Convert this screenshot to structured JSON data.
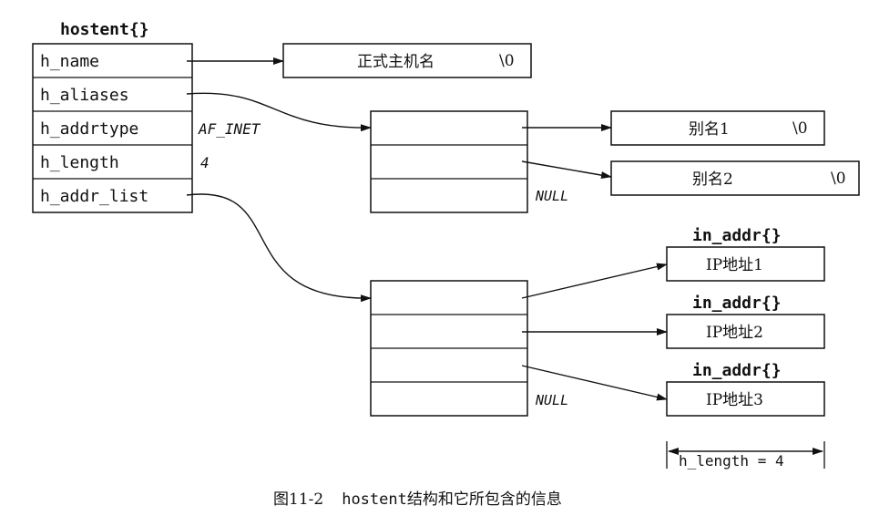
{
  "hostent": {
    "title": "hostent{}",
    "fields": [
      "h_name",
      "h_aliases",
      "h_addrtype",
      "h_length",
      "h_addr_list"
    ],
    "addrtype_value": "AF_INET",
    "length_value": "4"
  },
  "official_name": {
    "text": "正式主机名",
    "terminator": "\\0"
  },
  "aliases": [
    {
      "text": "别名1",
      "terminator": "\\0"
    },
    {
      "text": "别名2",
      "terminator": "\\0"
    }
  ],
  "alias_list_null": "NULL",
  "addr_list_null": "NULL",
  "in_addr": [
    {
      "title": "in_addr{}",
      "text": "IP地址1"
    },
    {
      "title": "in_addr{}",
      "text": "IP地址2"
    },
    {
      "title": "in_addr{}",
      "text": "IP地址3"
    }
  ],
  "length_dimension": "h_length = 4",
  "caption": {
    "label": "图11-2",
    "code": "hostent",
    "rest": "结构和它所包含的信息"
  }
}
